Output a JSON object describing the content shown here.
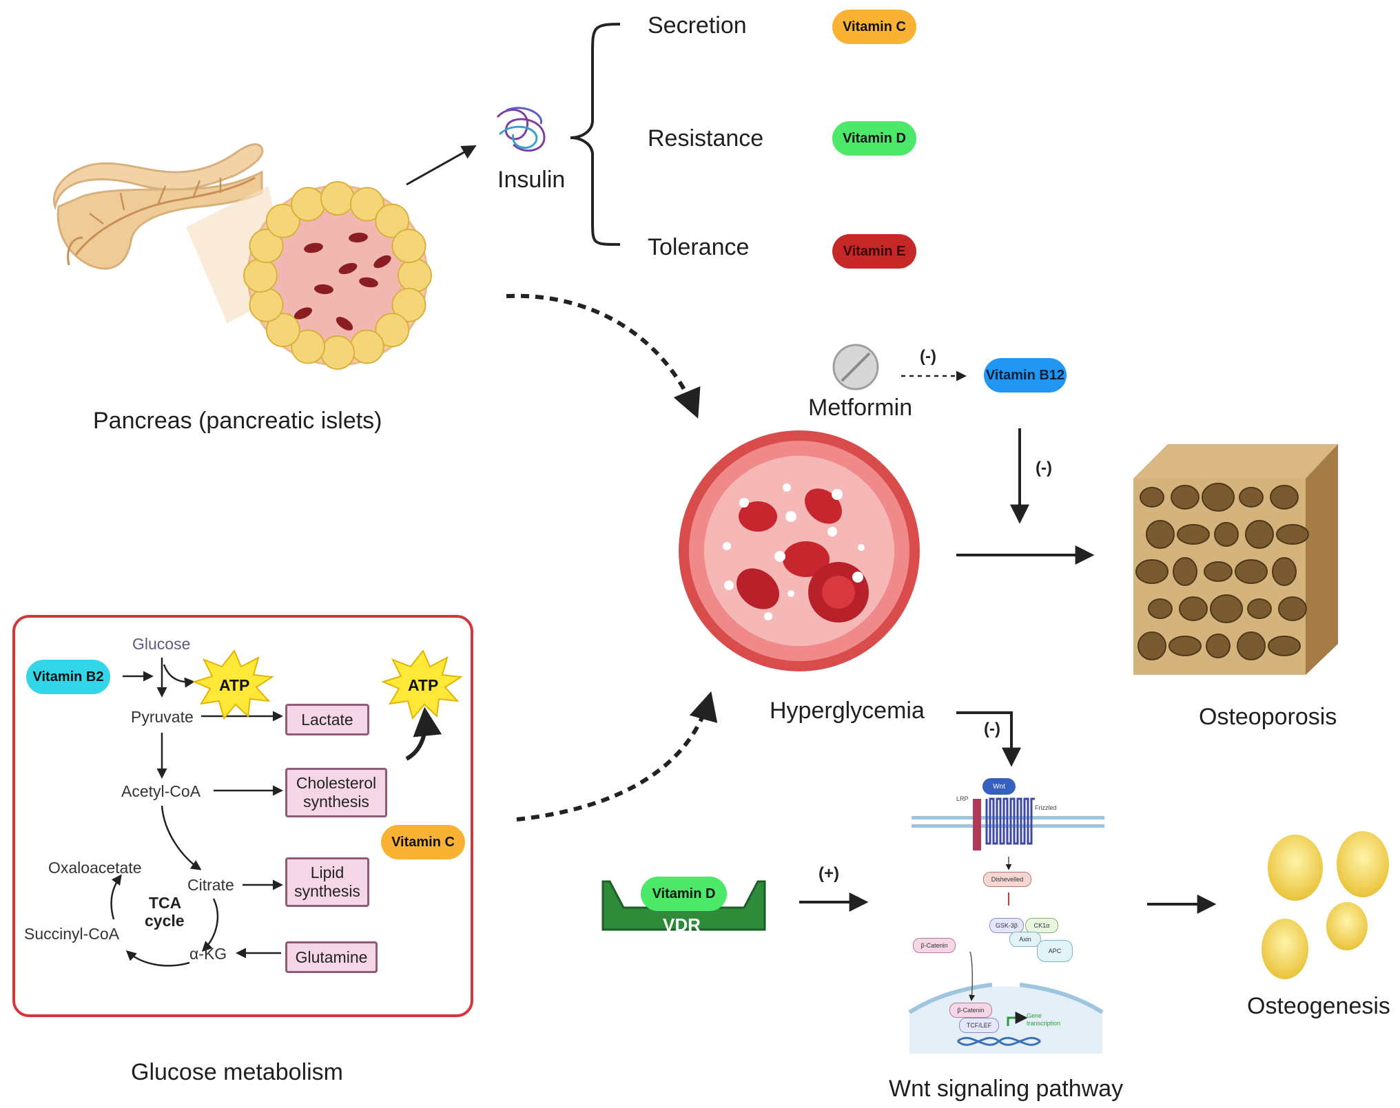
{
  "labels": {
    "pancreas": "Pancreas (pancreatic islets)",
    "insulin": "Insulin",
    "secretion": "Secretion",
    "resistance": "Resistance",
    "tolerance": "Tolerance",
    "metformin": "Metformin",
    "hyperglycemia": "Hyperglycemia",
    "osteoporosis": "Osteoporosis",
    "glucose_metabolism": "Glucose metabolism",
    "wnt_pathway": "Wnt signaling pathway",
    "osteogenesis": "Osteogenesis"
  },
  "vitamins": {
    "secretion": "Vitamin C",
    "resistance": "Vitamin D",
    "tolerance": "Vitamin E",
    "metformin_target": "Vitamin B12",
    "metabolism_b2": "Vitamin B2",
    "metabolism_c": "Vitamin C",
    "vdr_ligand": "Vitamin D"
  },
  "symbols": {
    "metformin_b12": "(-)",
    "b12_effect": "(-)",
    "hyper_wnt": "(-)",
    "vdr_wnt": "(+)"
  },
  "vdr_label": "VDR",
  "metabolism": {
    "glucose": "Glucose",
    "atp": "ATP",
    "atp2": "ATP",
    "pyruvate": "Pyruvate",
    "lactate": "Lactate",
    "acetyl_coa": "Acetyl-CoA",
    "cholesterol": "Cholesterol synthesis",
    "oxaloacetate": "Oxaloacetate",
    "citrate": "Citrate",
    "lipid": "Lipid synthesis",
    "tca_line1": "TCA",
    "tca_line2": "cycle",
    "succinyl_coa": "Succinyl-CoA",
    "akg": "α-KG",
    "glutamine": "Glutamine"
  },
  "wnt": {
    "lrp": "LRP",
    "wnt": "Wnt",
    "frizzled": "Frizzled",
    "dishevelled": "Dishevelled",
    "gsk": "GSK-3β",
    "ck": "CK1α",
    "axin": "Axin",
    "apc": "APC",
    "beta_catenin": "β-Catenin",
    "beta_catenin_nuc": "β-Catenin",
    "tcf": "TCF/LEF",
    "gene": "Gene transcription"
  },
  "colors": {
    "vitamin_c": "#f9b233",
    "vitamin_d": "#4be86a",
    "vitamin_e": "#c62828",
    "vitamin_b12": "#2196f3",
    "vitamin_b2": "#33d6e8",
    "frame_red": "#d0393a",
    "pink_box": "#f5d6e6",
    "vdr_green": "#2e8b3a"
  }
}
